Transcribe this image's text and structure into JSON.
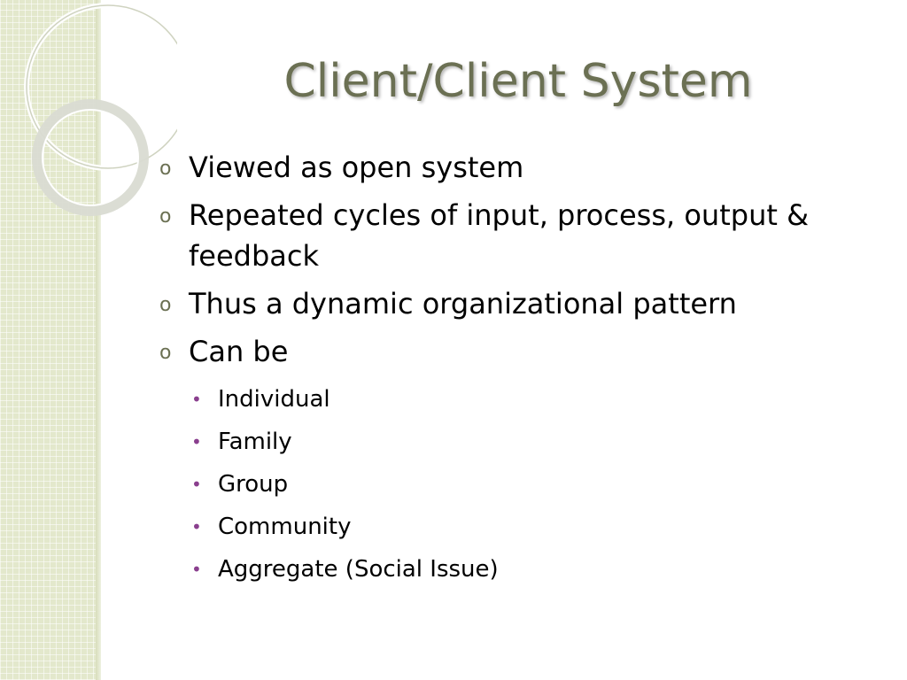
{
  "slide": {
    "title": "Client/Client System",
    "bullets": [
      {
        "marker": "o",
        "text": "Viewed as open system"
      },
      {
        "marker": "o",
        "text": "Repeated cycles of input, process, output & feedback"
      },
      {
        "marker": "o",
        "text": "Thus a dynamic organizational pattern"
      },
      {
        "marker": "o",
        "text": "Can be"
      }
    ],
    "sub_bullets": [
      {
        "marker": "•",
        "text": "Individual"
      },
      {
        "marker": "•",
        "text": "Family"
      },
      {
        "marker": "•",
        "text": "Group"
      },
      {
        "marker": "•",
        "text": "Community"
      },
      {
        "marker": "•",
        "text": "Aggregate (Social Issue)"
      }
    ]
  },
  "colors": {
    "title": "#6b7053",
    "side_band": "#e3e8cc",
    "sub_bullet": "#8a3f8e"
  }
}
